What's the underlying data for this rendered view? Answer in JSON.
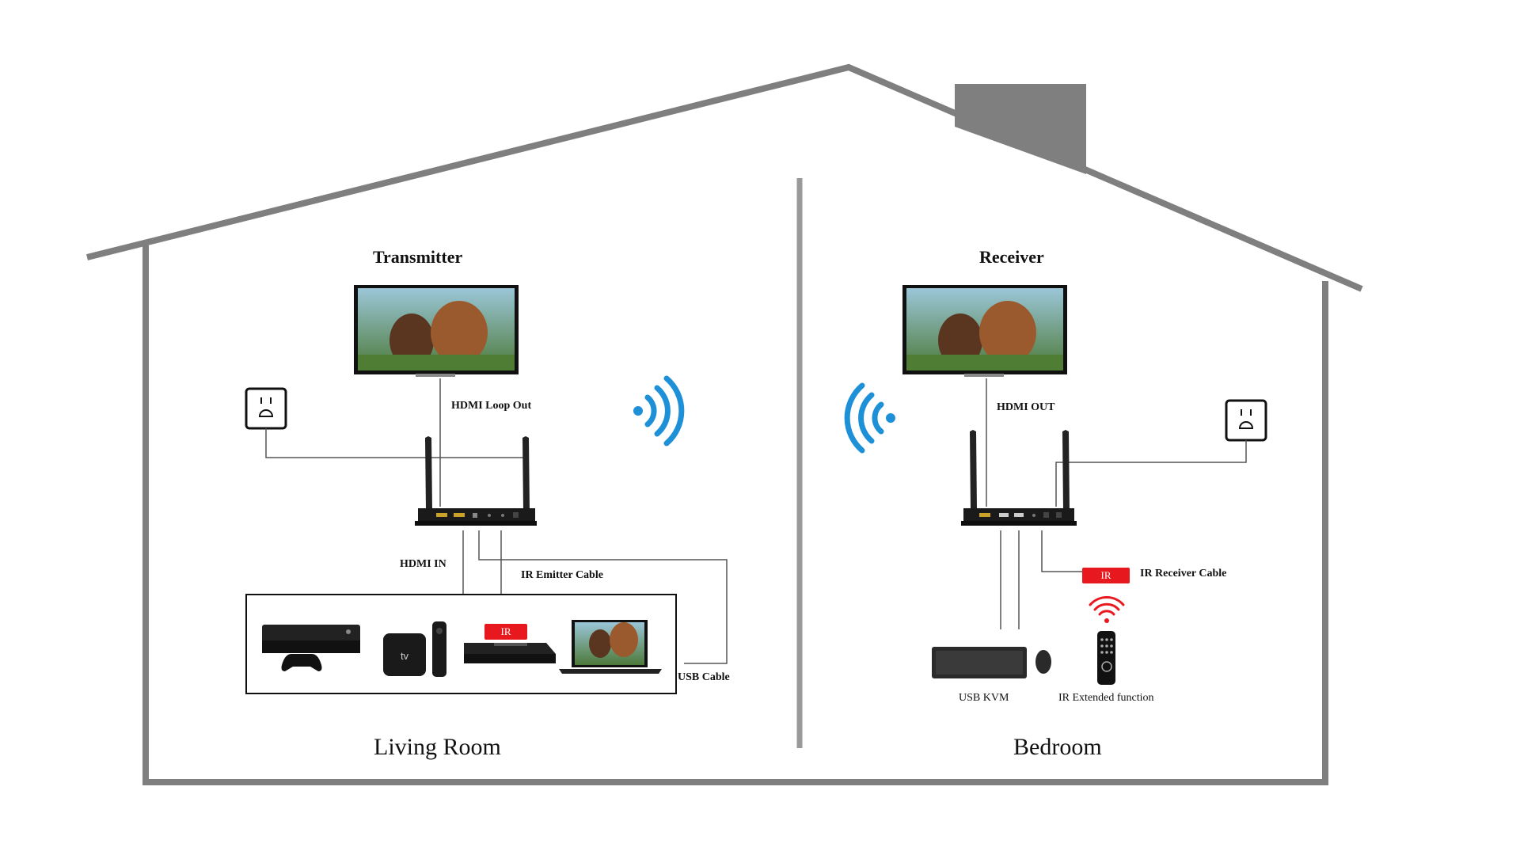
{
  "labels": {
    "transmitter": "Transmitter",
    "receiver": "Receiver",
    "hdmi_loop_out": "HDMI Loop Out",
    "hdmi_out": "HDMI OUT",
    "hdmi_in": "HDMI IN",
    "ir_emitter_cable": "IR Emitter Cable",
    "ir_receiver_cable": "IR Receiver Cable",
    "usb_cable": "USB Cable",
    "usb_kvm": "USB KVM",
    "ir_extended": "IR Extended function",
    "ir_tag": "IR",
    "living_room": "Living Room",
    "bedroom": "Bedroom"
  },
  "colors": {
    "house": "#7f7f7f",
    "wire": "#555555",
    "wifi": "#1e90d8",
    "ir_red": "#e8191e"
  }
}
